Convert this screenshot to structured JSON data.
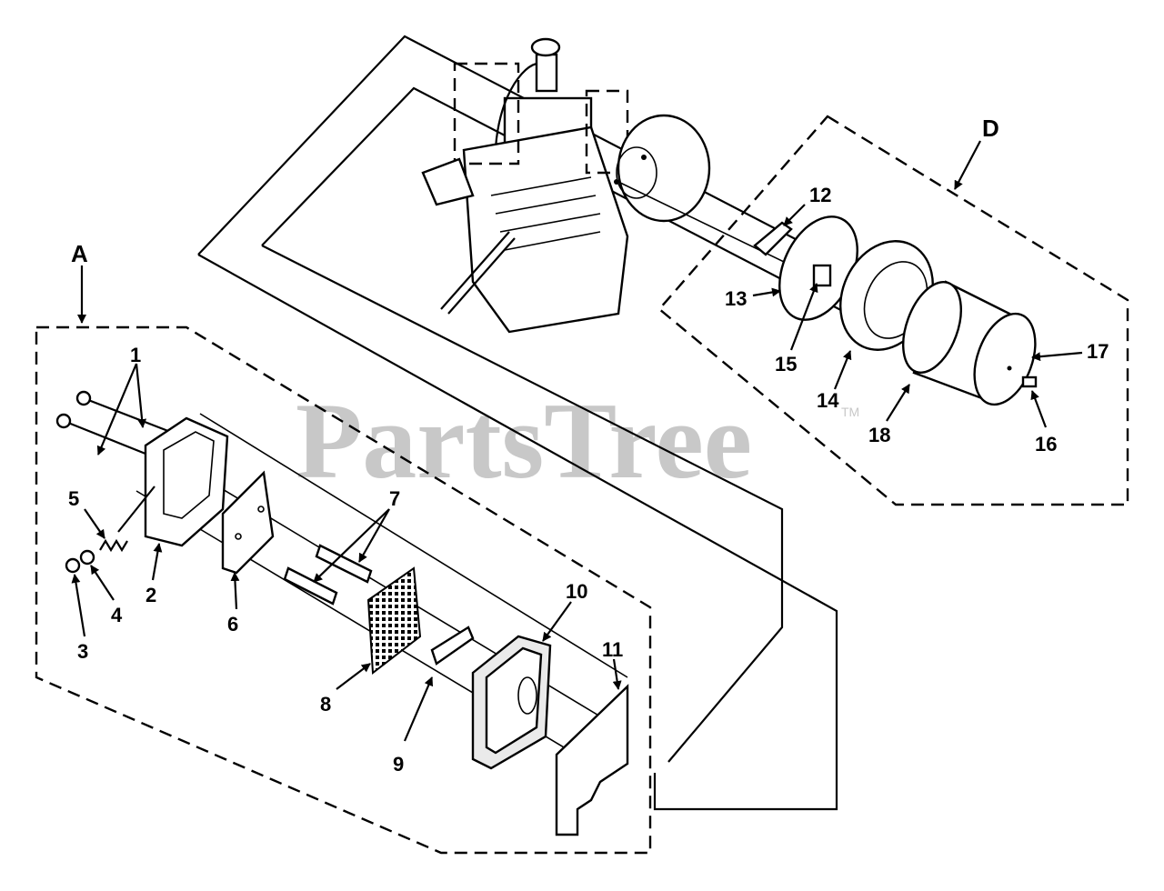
{
  "watermark": {
    "text": "PartsTree",
    "trademark": "TM"
  },
  "groups": [
    {
      "id": "A",
      "label": "A"
    },
    {
      "id": "D",
      "label": "D"
    }
  ],
  "callouts": [
    {
      "id": "c1",
      "label": "1"
    },
    {
      "id": "c2",
      "label": "2"
    },
    {
      "id": "c3",
      "label": "3"
    },
    {
      "id": "c4",
      "label": "4"
    },
    {
      "id": "c5",
      "label": "5"
    },
    {
      "id": "c6",
      "label": "6"
    },
    {
      "id": "c7",
      "label": "7"
    },
    {
      "id": "c8",
      "label": "8"
    },
    {
      "id": "c9",
      "label": "9"
    },
    {
      "id": "c10",
      "label": "10"
    },
    {
      "id": "c11",
      "label": "11"
    },
    {
      "id": "c12",
      "label": "12"
    },
    {
      "id": "c13",
      "label": "13"
    },
    {
      "id": "c14",
      "label": "14"
    },
    {
      "id": "c15",
      "label": "15"
    },
    {
      "id": "c16",
      "label": "16"
    },
    {
      "id": "c17",
      "label": "17"
    },
    {
      "id": "c18",
      "label": "18"
    }
  ]
}
